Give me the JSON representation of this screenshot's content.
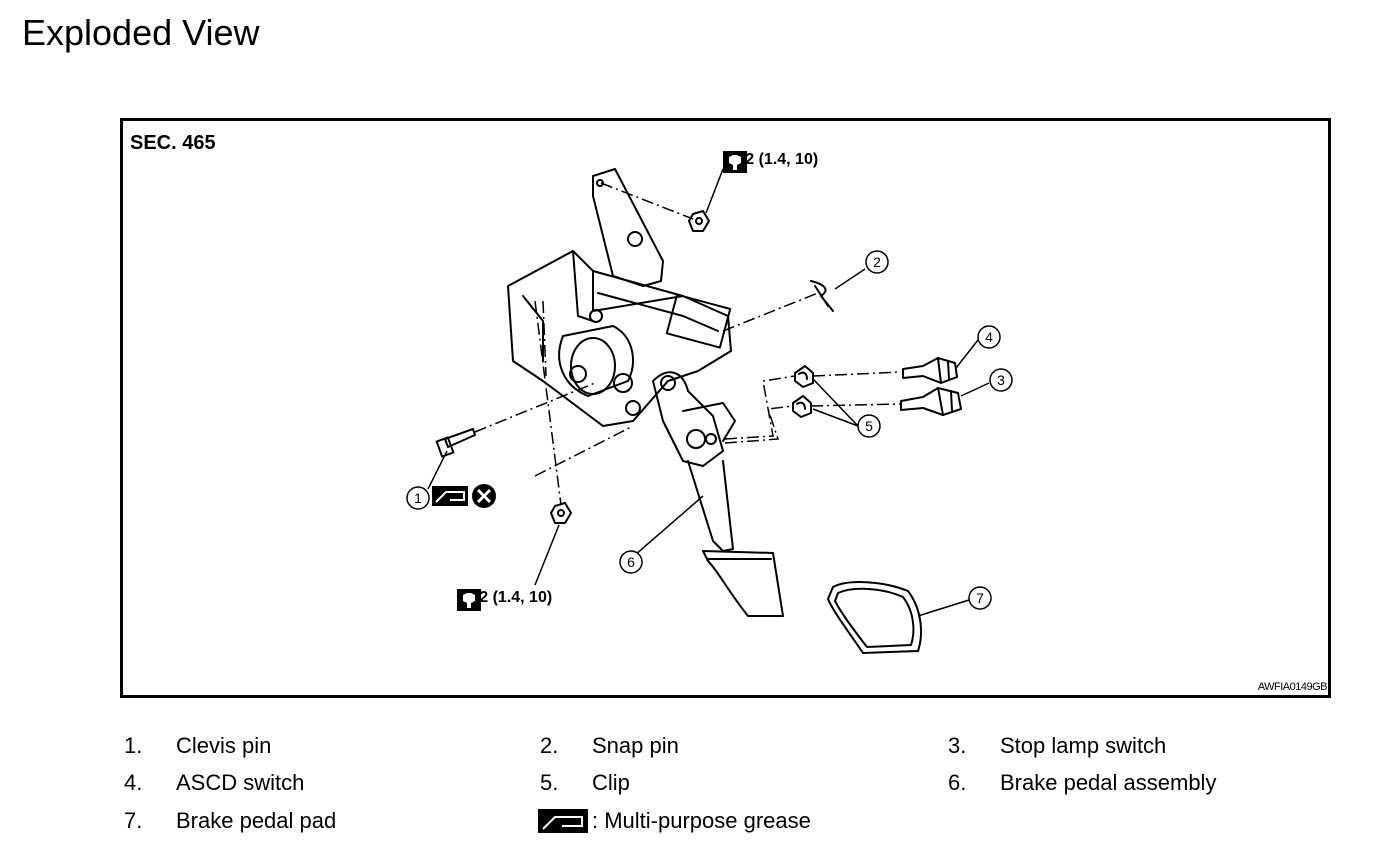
{
  "page": {
    "title": "Exploded View"
  },
  "figure": {
    "section": "SEC. 465",
    "code": "AWFIA0149GB",
    "torque_top": "14.2 (1.4, 10)",
    "torque_bottom": "14.2 (1.4, 10)",
    "callouts": [
      "1",
      "2",
      "3",
      "4",
      "5",
      "6",
      "7"
    ],
    "icons": [
      "wrench-torque-icon",
      "grease-icon",
      "do-not-reuse-icon"
    ]
  },
  "legend": {
    "items": [
      {
        "num": "1.",
        "label": "Clevis pin"
      },
      {
        "num": "2.",
        "label": "Snap pin"
      },
      {
        "num": "3.",
        "label": "Stop lamp switch"
      },
      {
        "num": "4.",
        "label": "ASCD switch"
      },
      {
        "num": "5.",
        "label": "Clip"
      },
      {
        "num": "6.",
        "label": "Brake pedal assembly"
      },
      {
        "num": "7.",
        "label": "Brake pedal pad"
      }
    ],
    "grease_note": ": Multi-purpose grease"
  }
}
